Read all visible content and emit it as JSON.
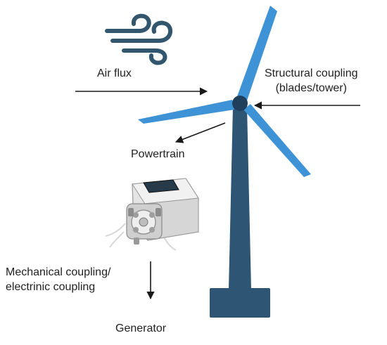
{
  "diagram": {
    "labels": {
      "air_flux": "Air flux",
      "structural_coupling_line1": "Structural coupling",
      "structural_coupling_line2": "(blades/tower)",
      "powertrain": "Powertrain",
      "mechanical_coupling_line1": "Mechanical coupling/",
      "mechanical_coupling_line2": "electrinic coupling",
      "generator": "Generator"
    },
    "icons": {
      "wind": "wind-icon",
      "turbine": "wind-turbine-icon",
      "pump": "peristaltic-pump-icon"
    },
    "colors": {
      "tower": "#2f5575",
      "blade": "#3e92d6",
      "hub": "#1f3f5c",
      "wind_icon": "#33566f",
      "arrow": "#1a1a1a",
      "text": "#222222"
    }
  }
}
